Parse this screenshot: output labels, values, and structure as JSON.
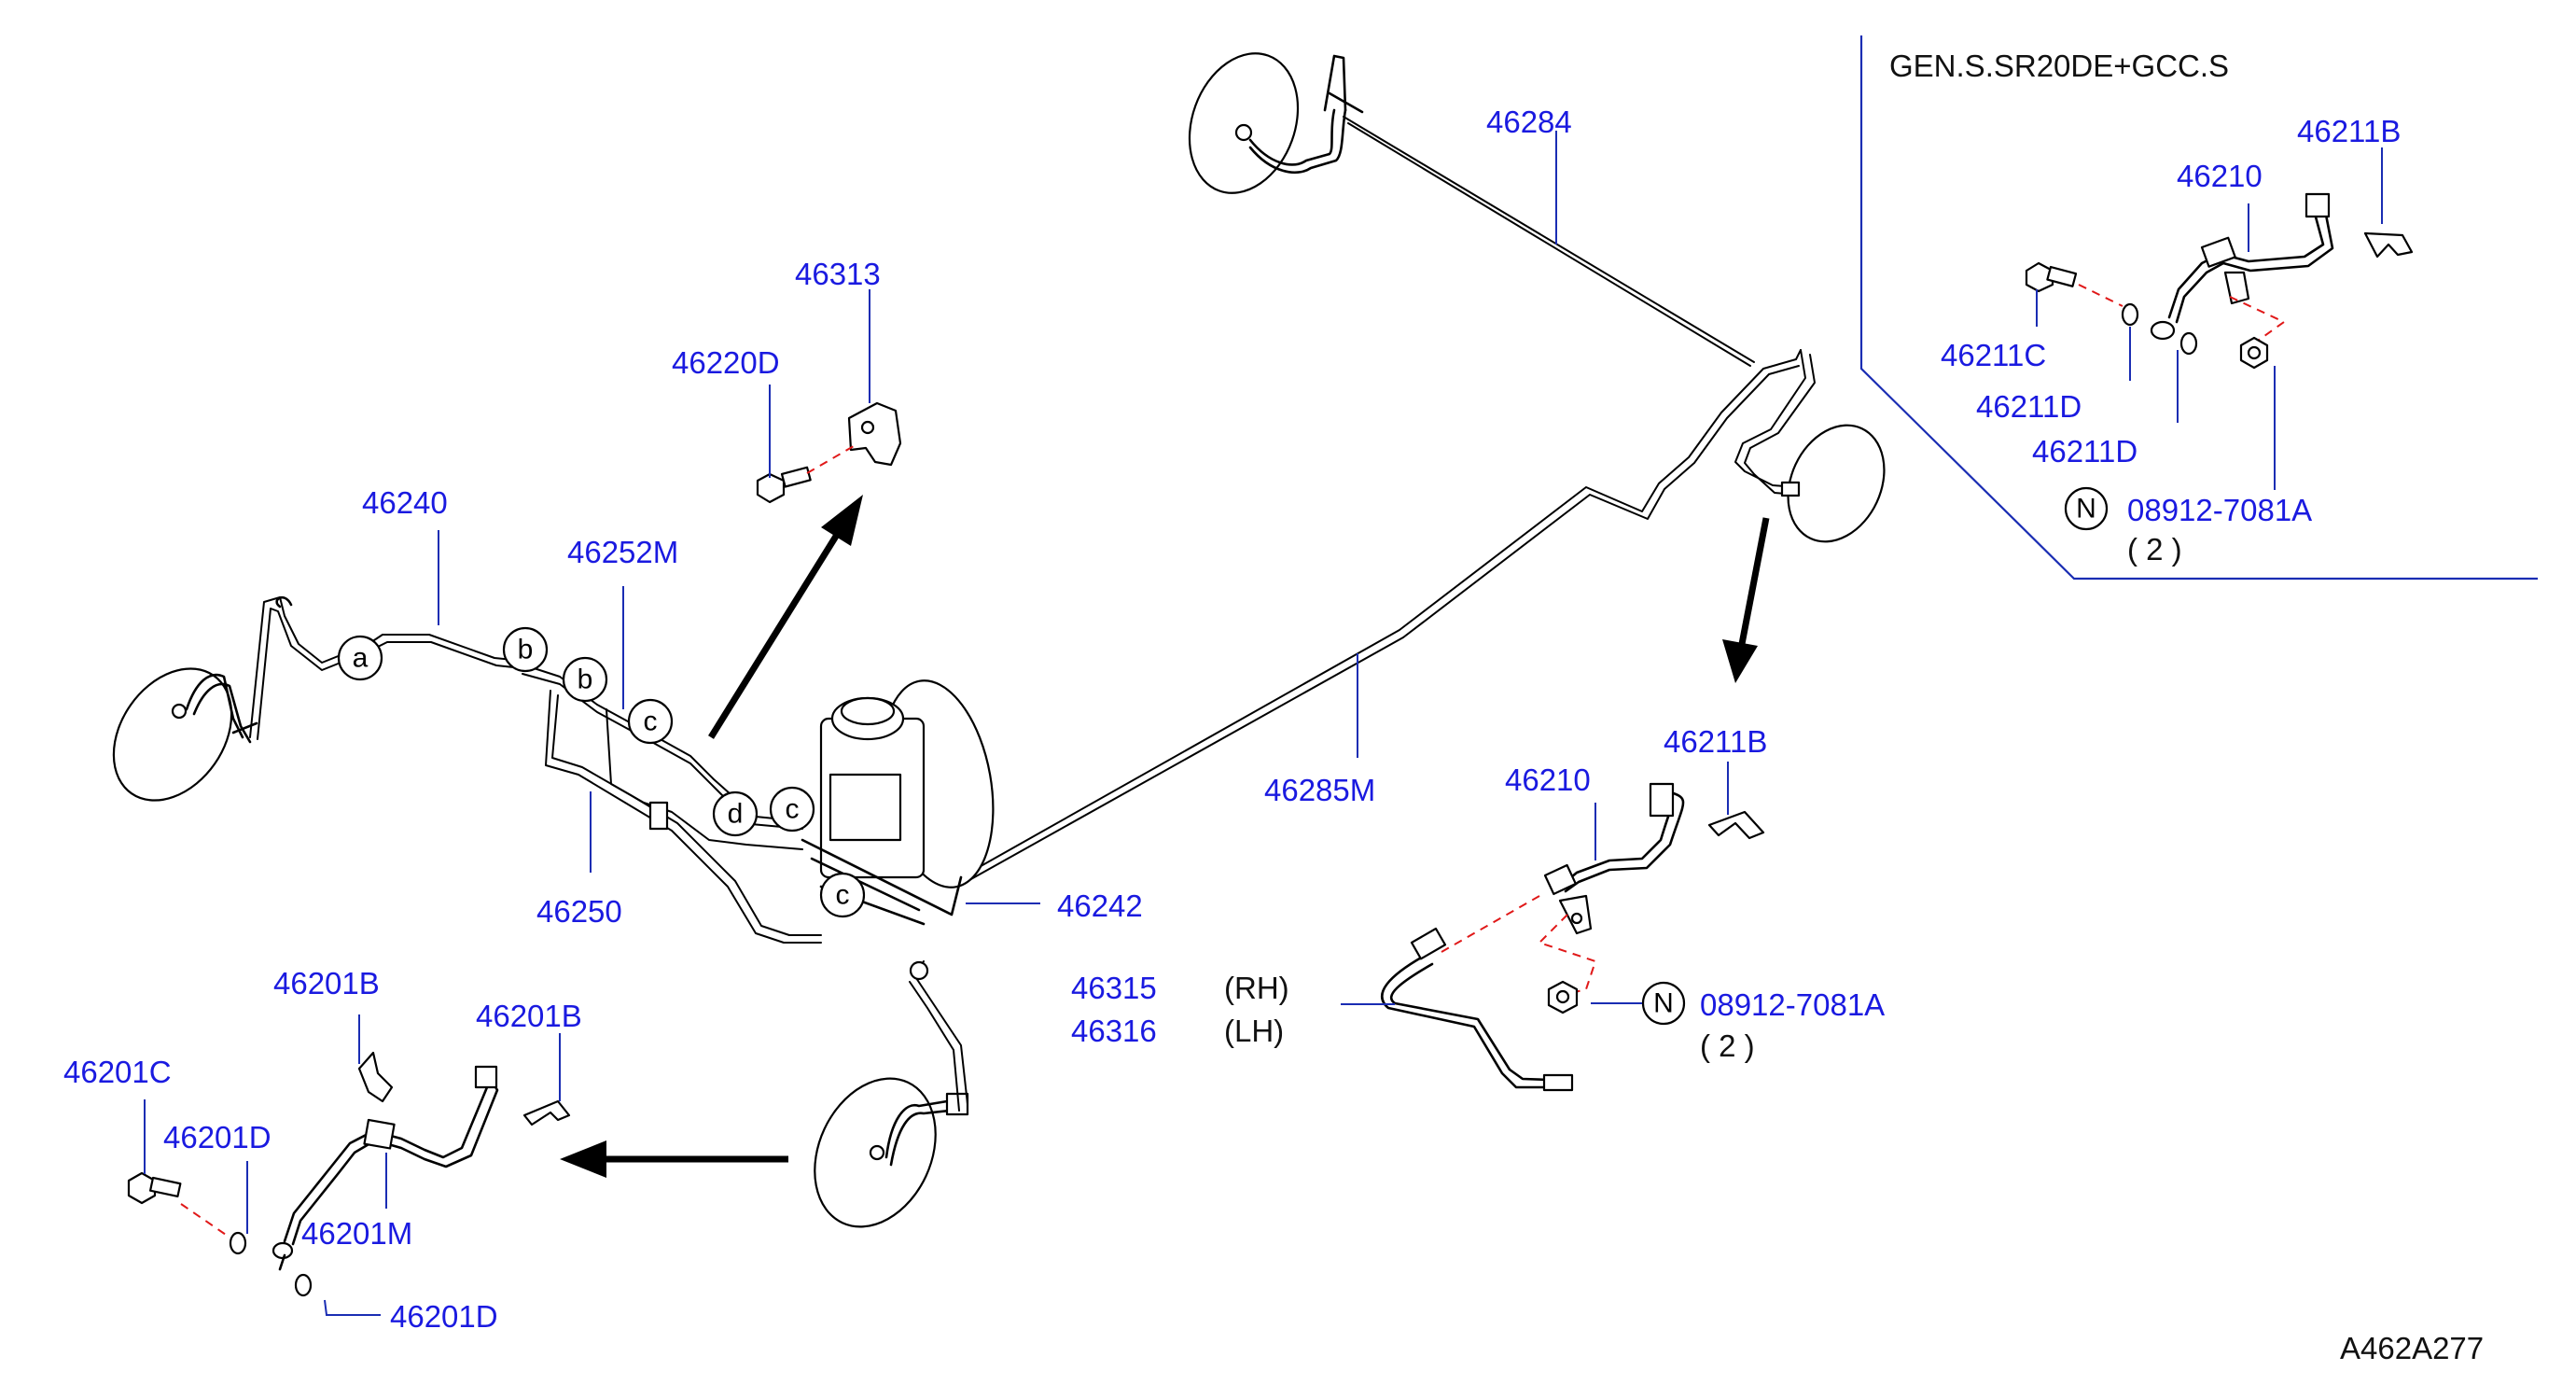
{
  "variant_title": "GEN.S.SR20DE+GCC.S",
  "diagram_code": "A462A277",
  "colors": {
    "label": "#1a1ae0",
    "leader": "#1a2db3",
    "dash": "#e01818",
    "line": "#000000"
  },
  "callouts": {
    "a": "a",
    "b": "b",
    "c": "c",
    "d": "d",
    "n": "N"
  },
  "parts": {
    "p46284": "46284",
    "p46313": "46313",
    "p46220D": "46220D",
    "p46240": "46240",
    "p46252M": "46252M",
    "p46250": "46250",
    "p46242": "46242",
    "p46285M": "46285M",
    "p46315": "46315",
    "p46316": "46316",
    "rh": "(RH)",
    "lh": "(LH)",
    "p46210_main": "46210",
    "p46211B_main": "46211B",
    "p08912_main": "08912-7081A",
    "qty_main": "( 2 )",
    "p46210_inset": "46210",
    "p46211B_inset": "46211B",
    "p46211C": "46211C",
    "p46211D_a": "46211D",
    "p46211D_b": "46211D",
    "p08912_inset": "08912-7081A",
    "qty_inset": "( 2 )",
    "p46201B_a": "46201B",
    "p46201B_b": "46201B",
    "p46201C": "46201C",
    "p46201D_a": "46201D",
    "p46201M": "46201M",
    "p46201D_b": "46201D"
  }
}
